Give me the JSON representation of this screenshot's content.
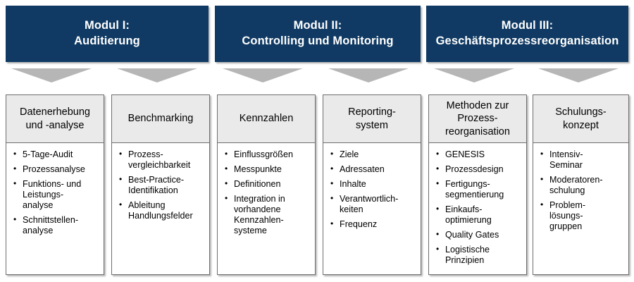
{
  "theme": {
    "module_blue": "#103A63",
    "module_text": "#FFFFFF",
    "card_header_gray": "#EAEAEA",
    "card_border": "#6E6E6E",
    "arrow_gray": "#B6B6B6",
    "page_background": "#FFFFFF",
    "body_text": "#000000"
  },
  "modules": [
    {
      "id": "modul-1",
      "title": "Modul I:\nAuditierung"
    },
    {
      "id": "modul-2",
      "title": "Modul II:\nControlling und Monitoring"
    },
    {
      "id": "modul-3",
      "title": "Modul III:\nGeschäftsprozessreorganisation"
    }
  ],
  "arrows": [
    {
      "name": "arrow-down-1"
    },
    {
      "name": "arrow-down-2"
    },
    {
      "name": "arrow-down-3"
    },
    {
      "name": "arrow-down-4"
    },
    {
      "name": "arrow-down-5"
    },
    {
      "name": "arrow-down-6"
    }
  ],
  "columns": [
    {
      "id": "datenerhebung",
      "title": "Datenerhebung\nund -analyse",
      "items": [
        "5-Tage-Audit",
        "Prozessanalyse",
        "Funktions- und\nLeistungs-\nanalyse",
        "Schnittstellen-\nanalyse"
      ]
    },
    {
      "id": "benchmarking",
      "title": "Benchmarking",
      "items": [
        "Prozess-\nvergleichbarkeit",
        "Best-Practice-\nIdentifikation",
        "Ableitung\nHandlungsfelder"
      ]
    },
    {
      "id": "kennzahlen",
      "title": "Kennzahlen",
      "items": [
        "Einflussgrößen",
        "Messpunkte",
        "Definitionen",
        "Integration in\nvorhandene\nKennzahlen-\nsysteme"
      ]
    },
    {
      "id": "reportingsystem",
      "title": "Reporting-\nsystem",
      "items": [
        "Ziele",
        "Adressaten",
        "Inhalte",
        "Verantwortlich-\nkeiten",
        "Frequenz"
      ]
    },
    {
      "id": "methoden-prozessreorganisation",
      "title": "Methoden zur\nProzess-\nreorganisation",
      "items": [
        "GENESIS",
        "Prozessdesign",
        "Fertigungs-\nsegmentierung",
        "Einkaufs-\noptimierung",
        "Quality Gates",
        "Logistische\nPrinzipien"
      ]
    },
    {
      "id": "schulungskonzept",
      "title": "Schulungs-\nkonzept",
      "items": [
        "Intensiv-\nSeminar",
        "Moderatoren-\nschulung",
        "Problem-\nlösungs-\ngruppen"
      ]
    }
  ]
}
